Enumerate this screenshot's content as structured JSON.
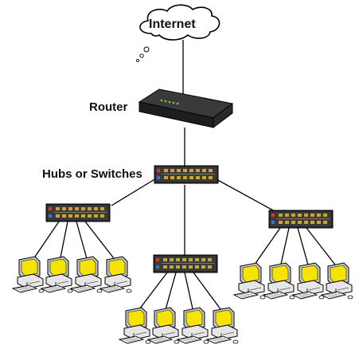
{
  "labels": {
    "internet": "Internet",
    "router": "Router",
    "hubs": "Hubs or Switches"
  },
  "nodes": {
    "cloud": "cloud-icon",
    "router": "router-icon",
    "switch": "switch-icon",
    "computer": "computer-icon"
  },
  "colors": {
    "line": "#000000",
    "monitor": "#f5e400",
    "device_body": "#2b2b2b",
    "port_light": "#c9a23a",
    "port_red": "#d43a2a",
    "port_blue": "#3a6fd4"
  }
}
